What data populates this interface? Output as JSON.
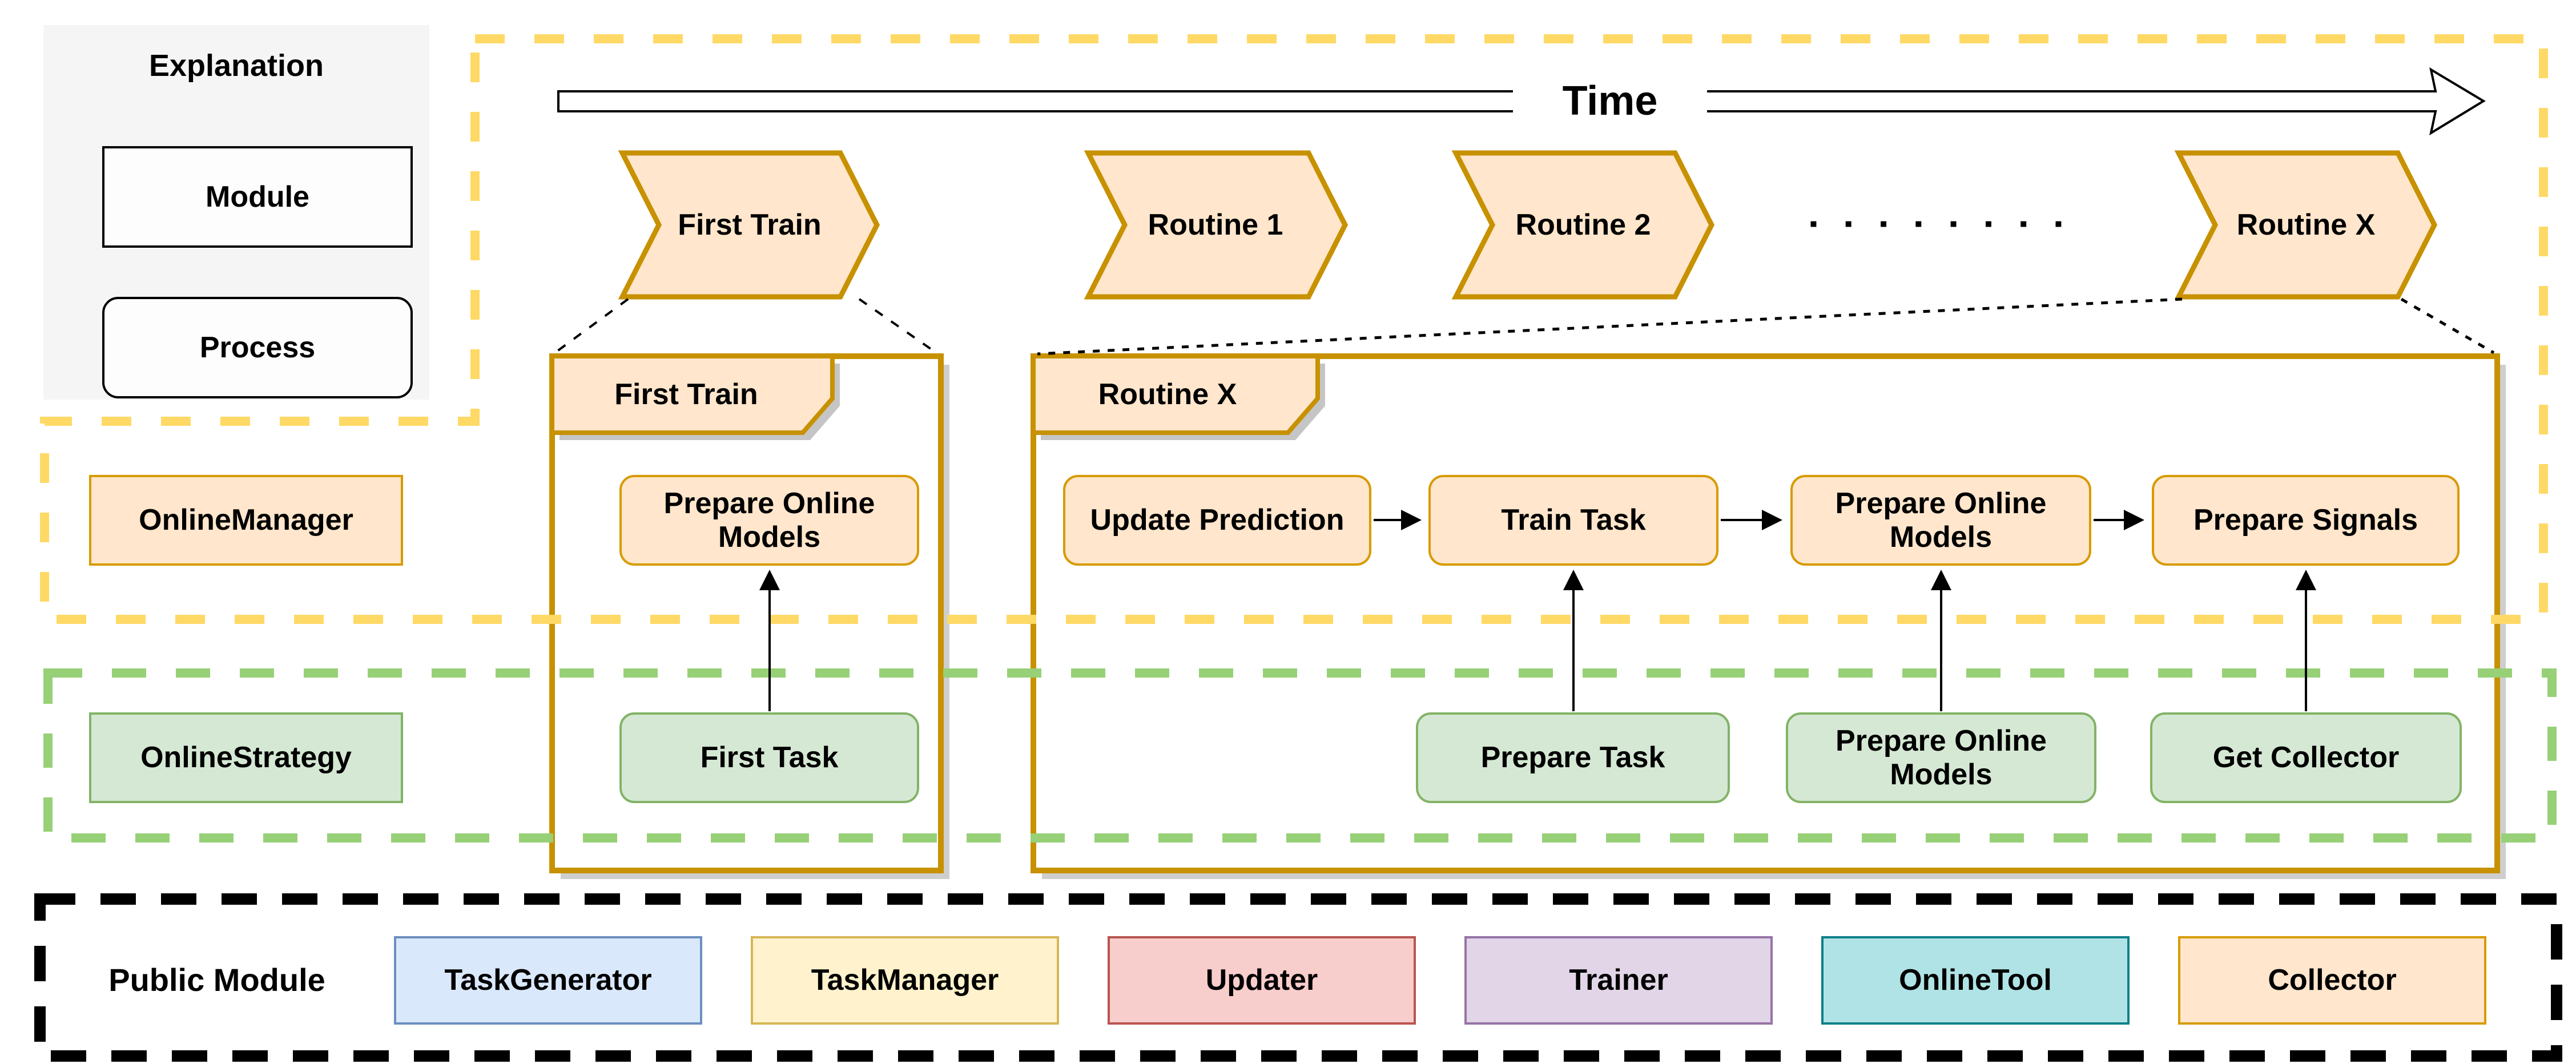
{
  "explanation": {
    "title": "Explanation",
    "module_label": "Module",
    "process_label": "Process"
  },
  "timeline": {
    "label": "Time",
    "chevrons": [
      {
        "label": "First Train"
      },
      {
        "label": "Routine 1"
      },
      {
        "label": "Routine 2"
      },
      {
        "label": "Routine X"
      }
    ],
    "ellipsis": "▪ ▪ ▪ ▪ ▪ ▪ ▪ ▪"
  },
  "first_train": {
    "tab_label": "First Train",
    "manager_step": "Prepare Online Models",
    "strategy_step": "First Task"
  },
  "routine_x": {
    "tab_label": "Routine X",
    "manager_steps": [
      "Update Prediction",
      "Train Task",
      "Prepare Online Models",
      "Prepare Signals"
    ],
    "strategy_steps": [
      "Prepare Task",
      "Prepare Online Models",
      "Get Collector"
    ]
  },
  "lanes": {
    "manager": "OnlineManager",
    "strategy": "OnlineStrategy"
  },
  "public_modules": {
    "label": "Public Module",
    "items": [
      {
        "label": "TaskGenerator",
        "fill": "#DAE8FC",
        "border": "#6C8EBF"
      },
      {
        "label": "TaskManager",
        "fill": "#FFF2CC",
        "border": "#D6B656"
      },
      {
        "label": "Updater",
        "fill": "#F8CECC",
        "border": "#B85450"
      },
      {
        "label": "Trainer",
        "fill": "#E1D5E7",
        "border": "#9673A6"
      },
      {
        "label": "OnlineTool",
        "fill": "#B0E3E6",
        "border": "#0E8088"
      },
      {
        "label": "Collector",
        "fill": "#FFE6CC",
        "border": "#D79B00"
      }
    ]
  },
  "colors": {
    "process_fill": "#FFE6CC",
    "process_border": "#D79B00",
    "strategy_fill": "#D5E8D4",
    "strategy_border": "#82B366",
    "container_stroke": "#C79100",
    "yellow_dash": "#FFD966",
    "green_dash": "#97D077",
    "black_dash": "#000000"
  }
}
